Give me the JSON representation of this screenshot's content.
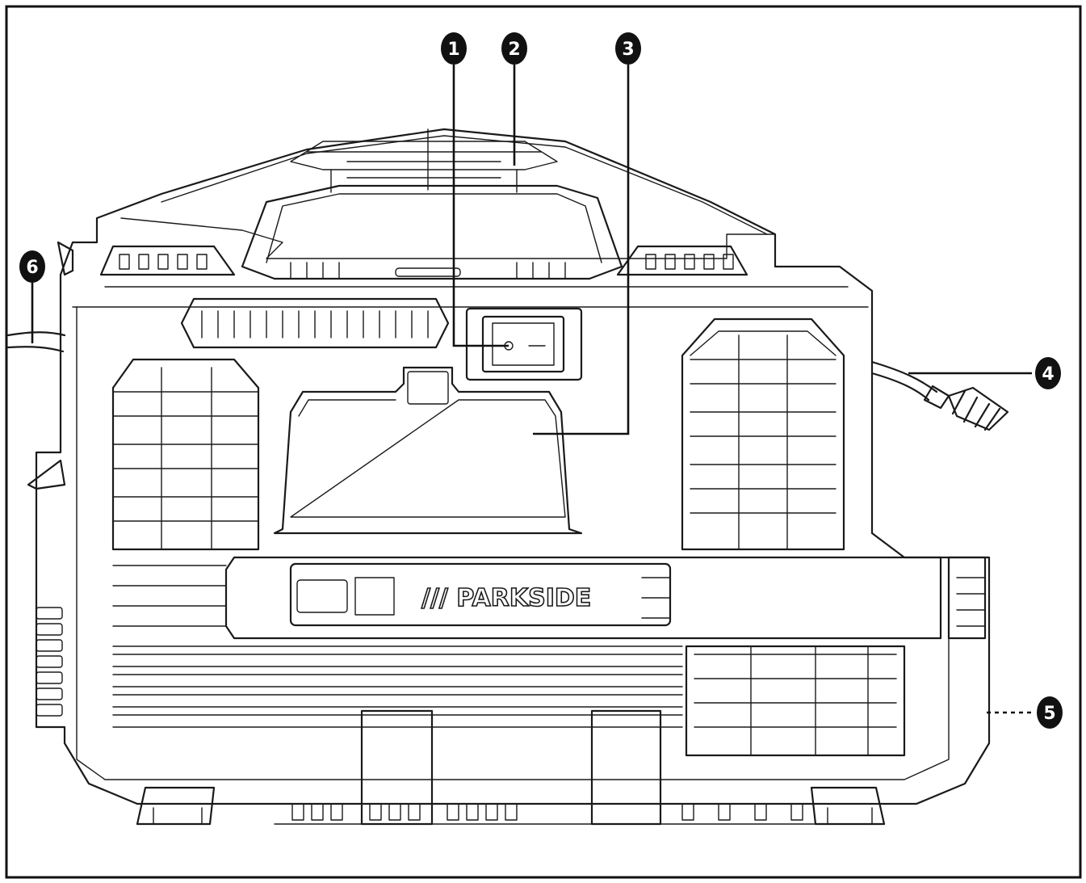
{
  "figure": {
    "brand": "/// PARKSIDE",
    "callouts": [
      {
        "id": "1",
        "label": "1"
      },
      {
        "id": "2",
        "label": "2"
      },
      {
        "id": "3",
        "label": "3"
      },
      {
        "id": "4",
        "label": "4"
      },
      {
        "id": "5",
        "label": "5"
      },
      {
        "id": "6",
        "label": "6"
      }
    ]
  },
  "colors": {
    "ink": "#111111",
    "paper": "#ffffff"
  }
}
